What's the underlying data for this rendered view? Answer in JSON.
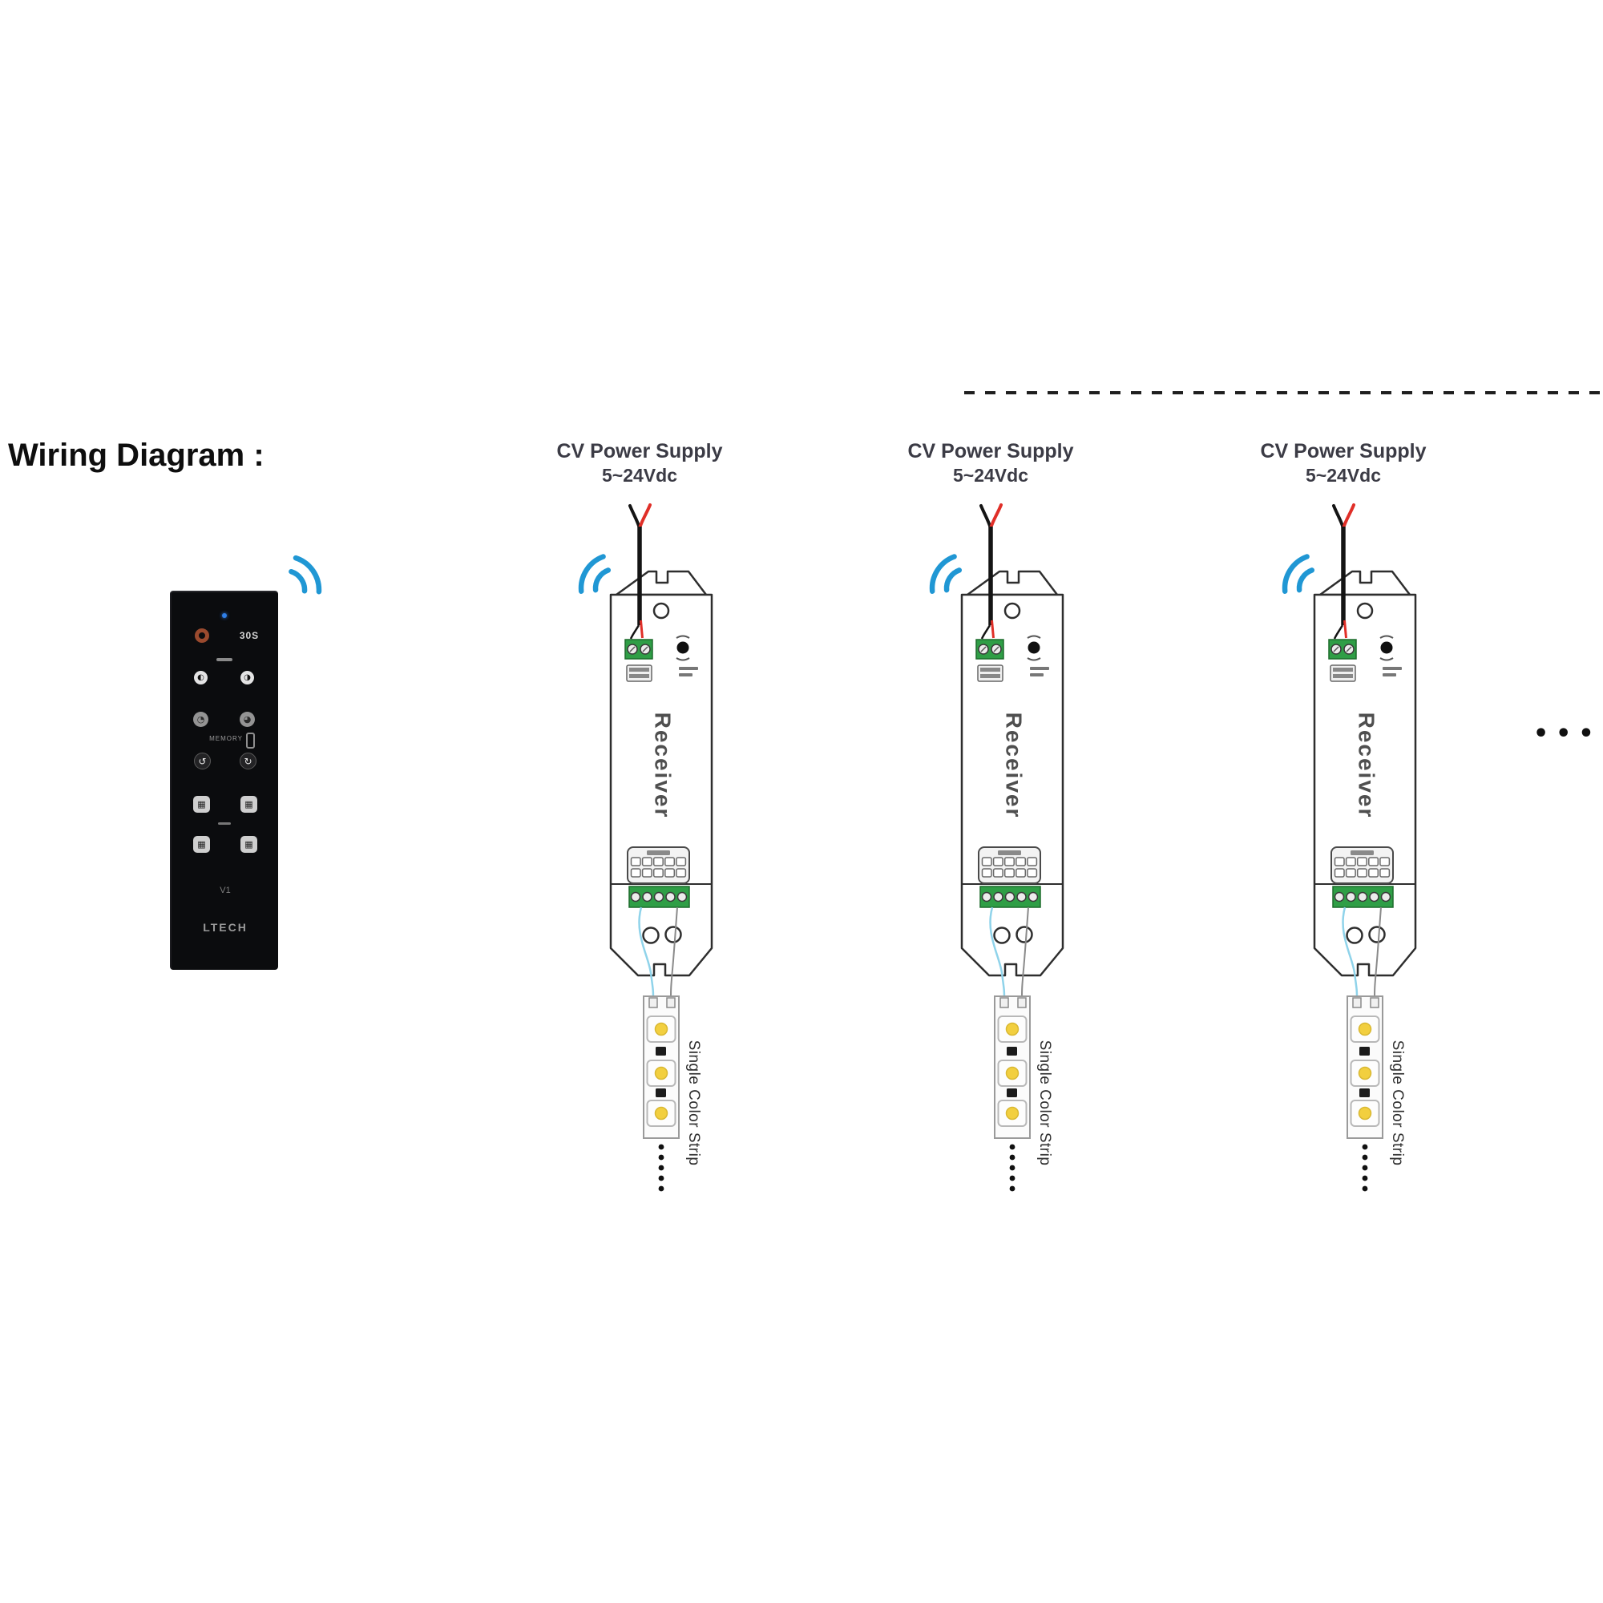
{
  "title": "Wiring Diagram :",
  "remote": {
    "timer_button_label": "30S",
    "memory_label": "MEMORY",
    "version_label": "V1",
    "brand": "LTECH",
    "icons": {
      "dim_left": "◐",
      "dim_right": "◑",
      "scene_left": "◔",
      "scene_right": "◕",
      "cycle_left": "↺",
      "cycle_right": "↻",
      "zone": "▦"
    }
  },
  "receivers": [
    {
      "power_supply_label": "CV Power Supply",
      "voltage_label": "5~24Vdc",
      "device_label": "Receiver",
      "strip_label": "Single Color Strip"
    },
    {
      "power_supply_label": "CV Power Supply",
      "voltage_label": "5~24Vdc",
      "device_label": "Receiver",
      "strip_label": "Single Color Strip"
    },
    {
      "power_supply_label": "CV Power Supply",
      "voltage_label": "5~24Vdc",
      "device_label": "Receiver",
      "strip_label": "Single Color Strip"
    }
  ],
  "continuation": {
    "more_devices": "•••"
  },
  "colors": {
    "wifi_blue": "#2097d4",
    "terminal_green": "#2f9e46",
    "wire_red": "#e02f28",
    "wire_black": "#141414",
    "wire_cyan": "#8fd3ea",
    "led_yellow": "#f2cf3f"
  }
}
